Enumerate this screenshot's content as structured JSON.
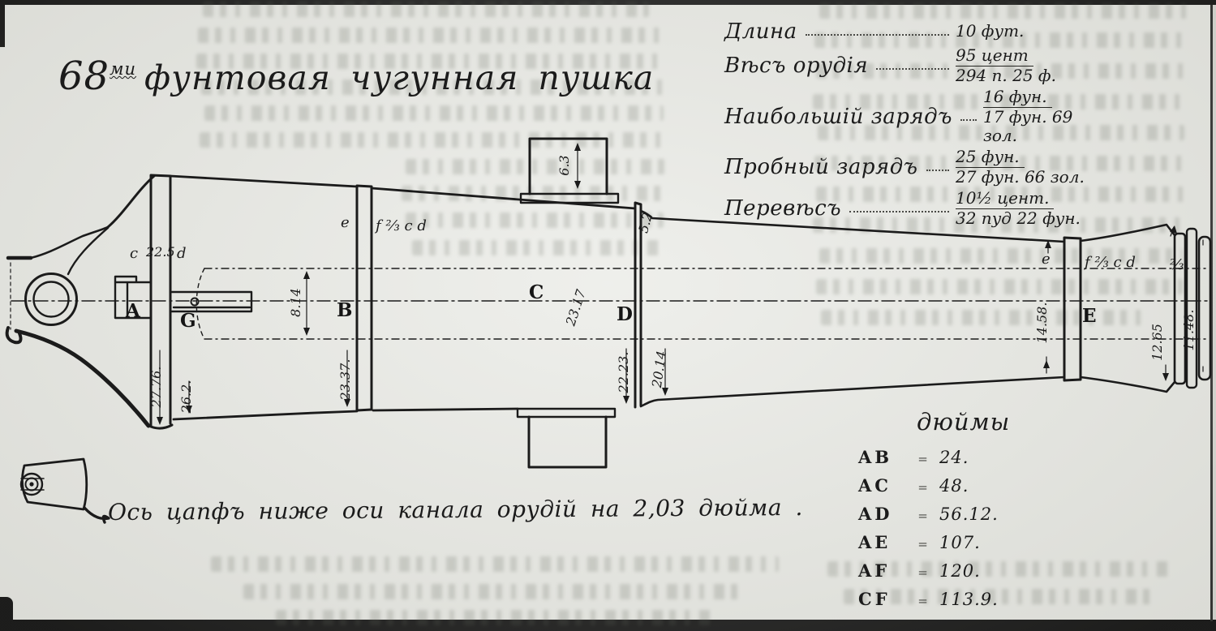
{
  "palette": {
    "ink": "#1b1b1b",
    "paper": "#e9eae5"
  },
  "title": {
    "num": "68",
    "sup": "ми",
    "rest": "фунтовая чугунная пушка"
  },
  "specs": {
    "rows": [
      {
        "label": "Длина",
        "top": "10 фут.",
        "bottom": ""
      },
      {
        "label": "Вѣсъ орудія",
        "top": "95 цент",
        "bottom": "294 п. 25 ф."
      },
      {
        "label": "Наибольшій зарядъ",
        "top": "16 фун.",
        "bottom": "17 фун. 69 зол."
      },
      {
        "label": "Пробный зарядъ",
        "top": "25 фун.",
        "bottom": "27 фун. 66 зол."
      },
      {
        "label": "Перевѣсъ",
        "top": "10½ цент.",
        "bottom": "32 пуд 22 фун."
      }
    ]
  },
  "inches": {
    "header": "дюймы",
    "separator": "=",
    "rows": [
      {
        "key": "AB",
        "value": "24."
      },
      {
        "key": "AC",
        "value": "48."
      },
      {
        "key": "AD",
        "value": "56.12."
      },
      {
        "key": "AE",
        "value": "107."
      },
      {
        "key": "AF",
        "value": "120."
      },
      {
        "key": "CF",
        "value": "113.9."
      }
    ]
  },
  "caption": "Ось цапфъ ниже оси канала орудій на 2,03 дюйма .",
  "drawing": {
    "points": {
      "A": "A",
      "B": "B",
      "C": "C",
      "D": "D",
      "E": "E",
      "G": "G"
    },
    "small_labels": {
      "c": "c",
      "d": "d",
      "e": "e",
      "fcd": "f ⅔ c d",
      "frac": "⅔"
    },
    "dims": {
      "breech_top": "22.5",
      "a_outer": "27.76.",
      "a_inner": "26.2.",
      "bore": "8.14",
      "b": "23.37.",
      "c": "23.17",
      "d_rear": "22.23.",
      "d_front": "20.14",
      "step": "5.2",
      "trunnion": "6.3",
      "e": "14.58.",
      "muzzle_neck": "12.65",
      "muzzle_face": "11.48."
    }
  }
}
